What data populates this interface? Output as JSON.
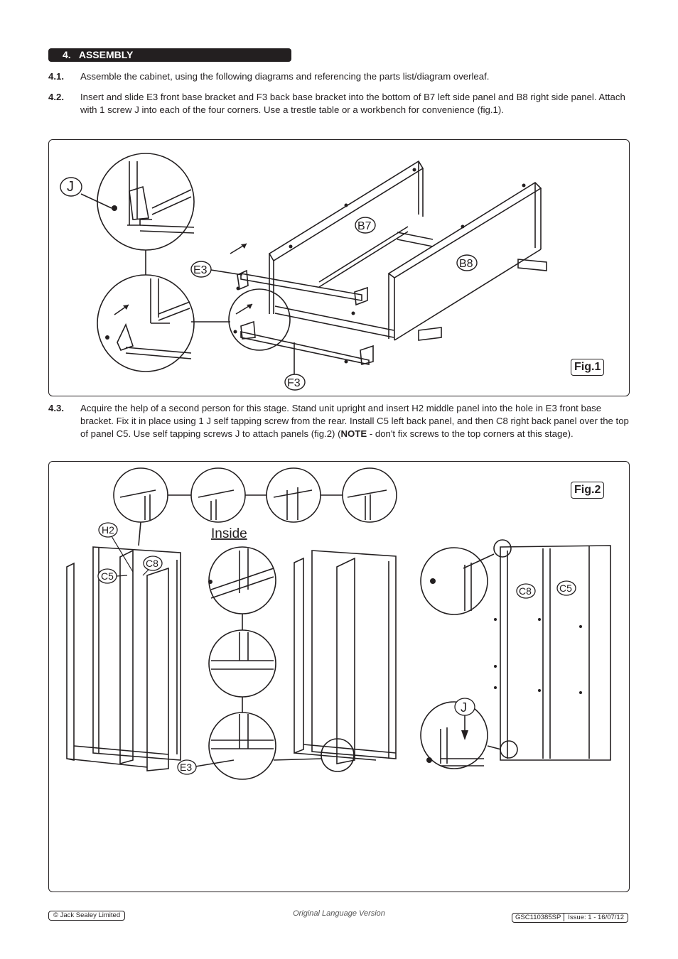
{
  "section": {
    "number": "4.",
    "title": "ASSEMBLY"
  },
  "steps": [
    {
      "num": "4.1.",
      "text": "Assemble the cabinet, using the following diagrams and referencing the parts list/diagram overleaf."
    },
    {
      "num": "4.2.",
      "text": "Insert and slide E3 front base bracket and F3 back base bracket into the bottom of B7 left side panel and B8 right side panel. Attach with 1 screw J into each of the four corners. Use a trestle table or a workbench for convenience (fig.1)."
    },
    {
      "num": "4.3.",
      "text_before_note": "Acquire the help of a second person for this stage. Stand unit upright and insert H2 middle panel into the hole in E3 front base bracket. Fix it in place using 1 J self tapping screw from the rear. Install C5 left back panel, and then C8 right back panel over the top of panel C5. Use self tapping screws J to attach panels (fig.2) (",
      "note_label": "NOTE",
      "text_after_note": " - don't fix screws to the top corners at this stage)."
    }
  ],
  "fig1": {
    "label": "Fig.1",
    "callouts": {
      "j": "J",
      "e3": "E3",
      "b7": "B7",
      "b8": "B8",
      "f3": "F3"
    }
  },
  "fig2": {
    "label": "Fig.2",
    "inside_label": "Inside",
    "callouts": {
      "h2": "H2",
      "c5_left": "C5",
      "c8_left": "C8",
      "e3": "E3",
      "c8_right": "C8",
      "c5_right": "C5",
      "j": "J"
    }
  },
  "footer": {
    "copyright": "© Jack Sealey Limited",
    "center": "Original Language Version",
    "doc_code": "GSC110385SP",
    "issue": "Issue: 1 - 16/07/12"
  }
}
